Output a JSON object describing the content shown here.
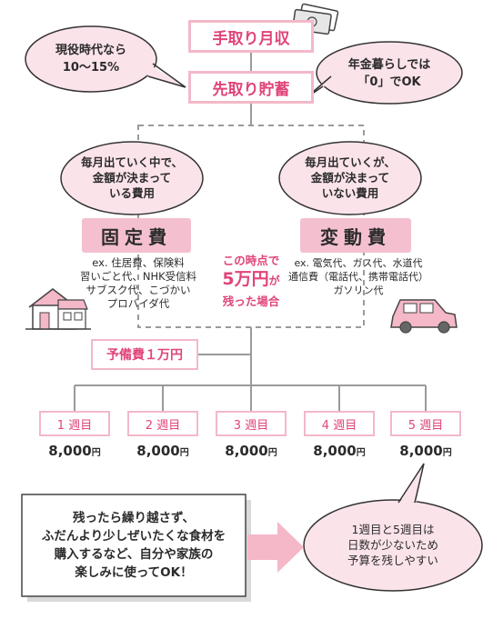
{
  "top": {
    "income": "手取り月収",
    "savings": "先取り貯蓄"
  },
  "bubbles": {
    "working_age": [
      "現役時代なら",
      "10〜15%"
    ],
    "pension": [
      "年金暮らしでは",
      "「0」でOK"
    ],
    "fixed_desc": [
      "毎月出ていく中で、",
      "金額が決まって",
      "いる費用"
    ],
    "variable_desc": [
      "毎月出ていくが、",
      "金額が決まって",
      "いない費用"
    ],
    "week_note": [
      "1週目と5週目は",
      "日数が少ないため",
      "予算を残しやすい"
    ]
  },
  "fixed": {
    "title": "固定費",
    "examples": [
      "ex. 住居費、保険料",
      "習いごと代、NHK受信料",
      "サブスク代、こづかい",
      "プロバイダ代"
    ]
  },
  "variable": {
    "title": "変動費",
    "examples": [
      "ex. 電気代、ガス代、水道代",
      "通信費（電話代、携帯電話代）",
      "ガソリン代"
    ]
  },
  "middle": {
    "line1": "この時点で",
    "amount": "5万円",
    "suffix": "が",
    "line3": "残った場合"
  },
  "reserve": "予備費１万円",
  "weeks": [
    {
      "label": "1 週目",
      "amount": "8,000",
      "unit": "円"
    },
    {
      "label": "2 週目",
      "amount": "8,000",
      "unit": "円"
    },
    {
      "label": "3 週目",
      "amount": "8,000",
      "unit": "円"
    },
    {
      "label": "4 週目",
      "amount": "8,000",
      "unit": "円"
    },
    {
      "label": "5 週目",
      "amount": "8,000",
      "unit": "円"
    }
  ],
  "advice": [
    "残ったら繰り越さず、",
    "ふだんより少しぜいたくな食材を",
    "購入するなど、自分や家族の",
    "楽しみに使ってOK！"
  ],
  "colors": {
    "accent": "#e0457a",
    "pink_outline": "#f3b8c8",
    "pink_fill": "#f4c0d0",
    "bubble_fill": "#fbe3ea",
    "line": "#9a9a9a"
  }
}
